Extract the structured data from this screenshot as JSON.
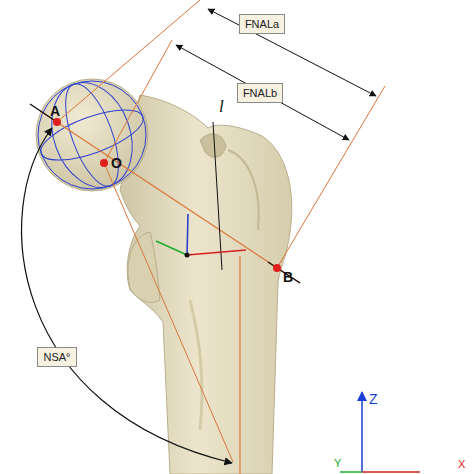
{
  "diagram": {
    "nodes": [
      {
        "text": [
          "FNALa"
        ]
      },
      {
        "text": [
          "FNALb"
        ]
      },
      {
        "text": [
          "NSA°"
        ]
      }
    ],
    "labels": [
      "l",
      "A",
      "O",
      "B",
      "Z",
      "Y",
      "X"
    ]
  }
}
